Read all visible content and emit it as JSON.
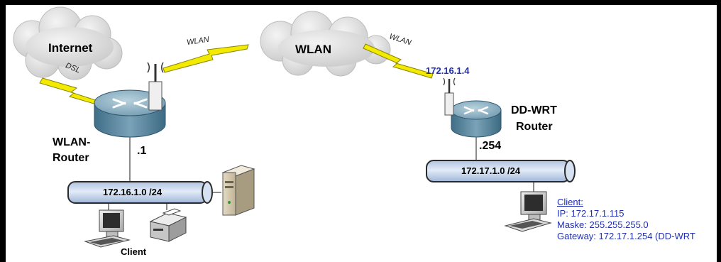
{
  "nodes": {
    "internet": "Internet",
    "wlan_cloud": "WLAN",
    "wlan_router_line1": "WLAN-",
    "wlan_router_line2": "Router",
    "ddwrt_line1": "DD-WRT",
    "ddwrt_line2": "Router",
    "client_left": "Client"
  },
  "links": {
    "dsl": "DSL",
    "wlan_left": "WLAN",
    "wlan_right": "WLAN",
    "ddwrt_wlan_ip": "172.16.1.4",
    "wlan_router_ip_suffix": ".1",
    "ddwrt_ip_suffix": ".254"
  },
  "networks": {
    "left": "172.16.1.0 /24",
    "right": "172.17.1.0 /24"
  },
  "client_info": {
    "title": "Client:",
    "ip": "IP: 172.17.1.115",
    "mask": "Maske: 255.255.255.0",
    "gateway": "Gateway: 172.17.1.254 (DD-WRT"
  },
  "colors": {
    "frame": "#000000",
    "cloud": "#dcdcdc",
    "router": "#5f8aa3",
    "bus": "#c7d6ec",
    "lightning": "#f2ea00",
    "link_text": "#1f2fb0"
  }
}
